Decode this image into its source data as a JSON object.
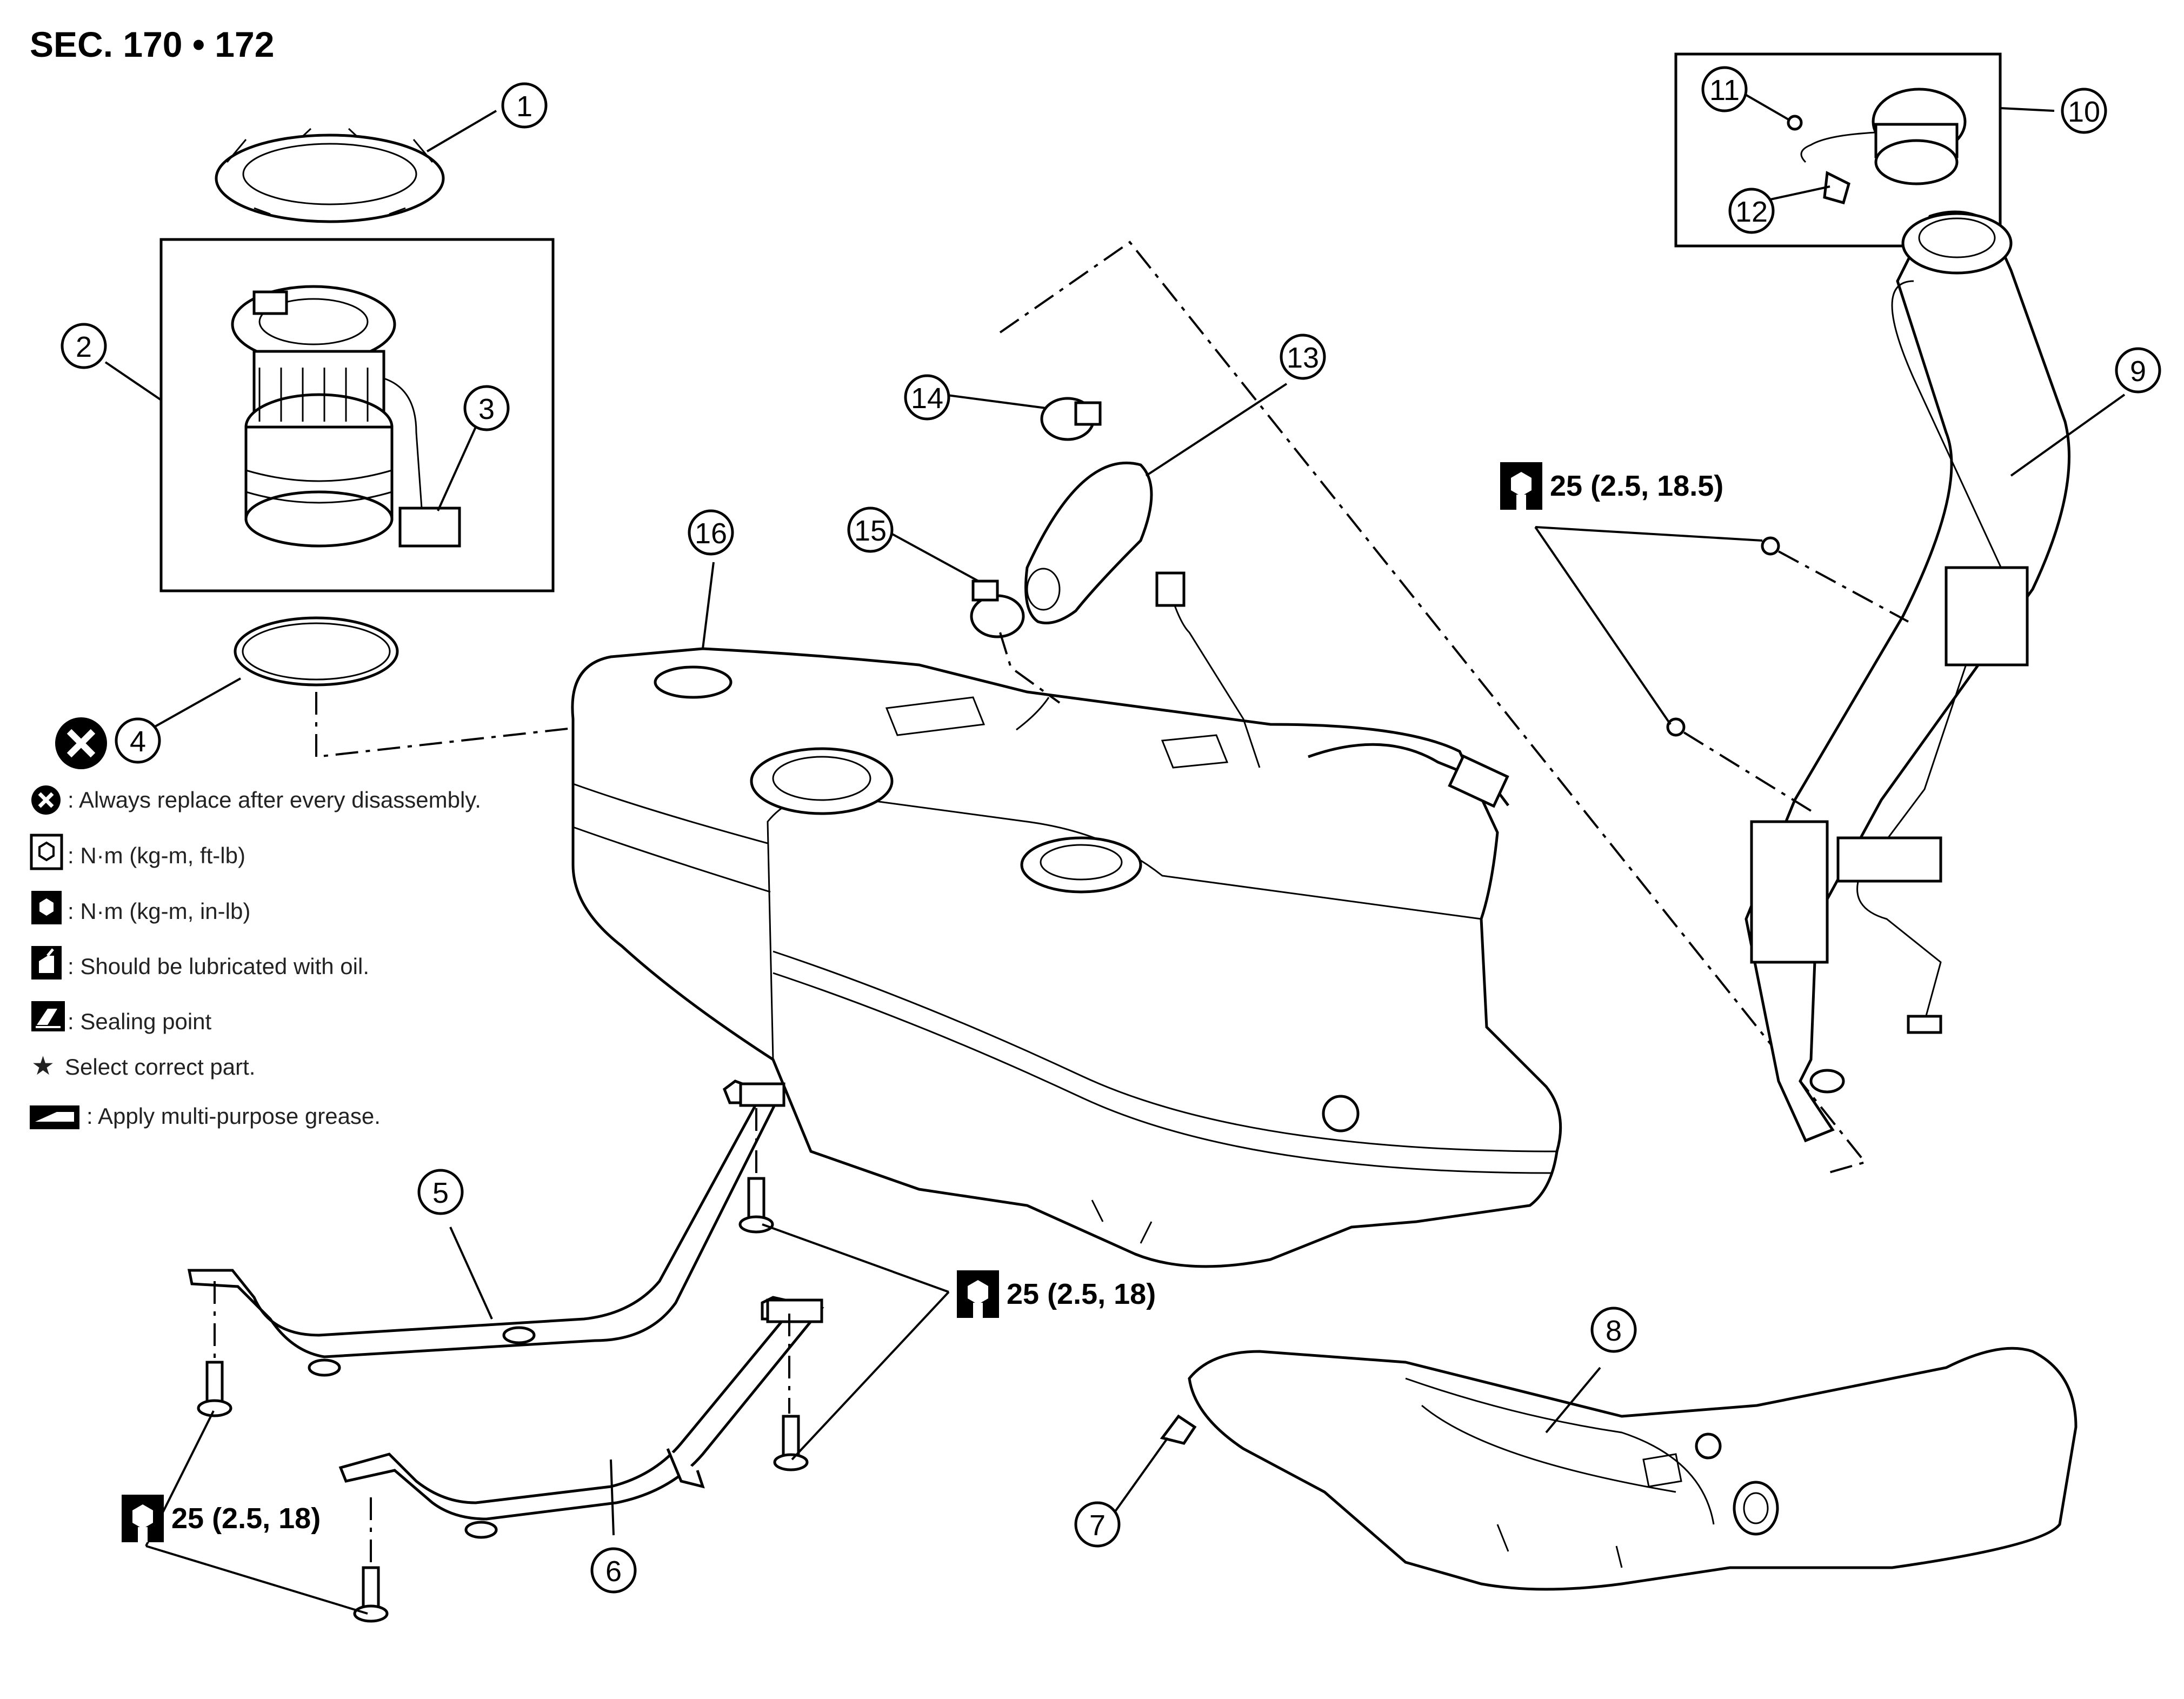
{
  "header": {
    "section_title": "SEC. 170 • 172"
  },
  "callouts": [
    {
      "number": "1"
    },
    {
      "number": "2"
    },
    {
      "number": "3"
    },
    {
      "number": "4"
    },
    {
      "number": "5"
    },
    {
      "number": "6"
    },
    {
      "number": "7"
    },
    {
      "number": "8"
    },
    {
      "number": "9"
    },
    {
      "number": "10"
    },
    {
      "number": "11"
    },
    {
      "number": "12"
    },
    {
      "number": "13"
    },
    {
      "number": "14"
    },
    {
      "number": "15"
    },
    {
      "number": "16"
    }
  ],
  "torque_specs": [
    {
      "text": "25 (2.5, 18.5)",
      "icon": "torque-wrench-icon"
    },
    {
      "text": "25 (2.5, 18)",
      "icon": "torque-wrench-icon"
    },
    {
      "text": "25 (2.5, 18)",
      "icon": "torque-wrench-icon"
    }
  ],
  "legend": {
    "items": [
      {
        "icon": "replace-x-icon",
        "text": ": Always replace after every disassembly."
      },
      {
        "icon": "torque-wrench-icon",
        "text": ": N·m (kg-m, ft-lb)"
      },
      {
        "icon": "torque-wrench-small-icon",
        "text": ": N·m (kg-m, in-lb)"
      },
      {
        "icon": "oil-can-icon",
        "text": ": Should be lubricated with oil."
      },
      {
        "icon": "sealing-point-icon",
        "text": ": Sealing point"
      },
      {
        "icon": "star-icon",
        "text": "Select correct part."
      },
      {
        "icon": "grease-icon",
        "text": ": Apply multi-purpose grease."
      }
    ]
  }
}
